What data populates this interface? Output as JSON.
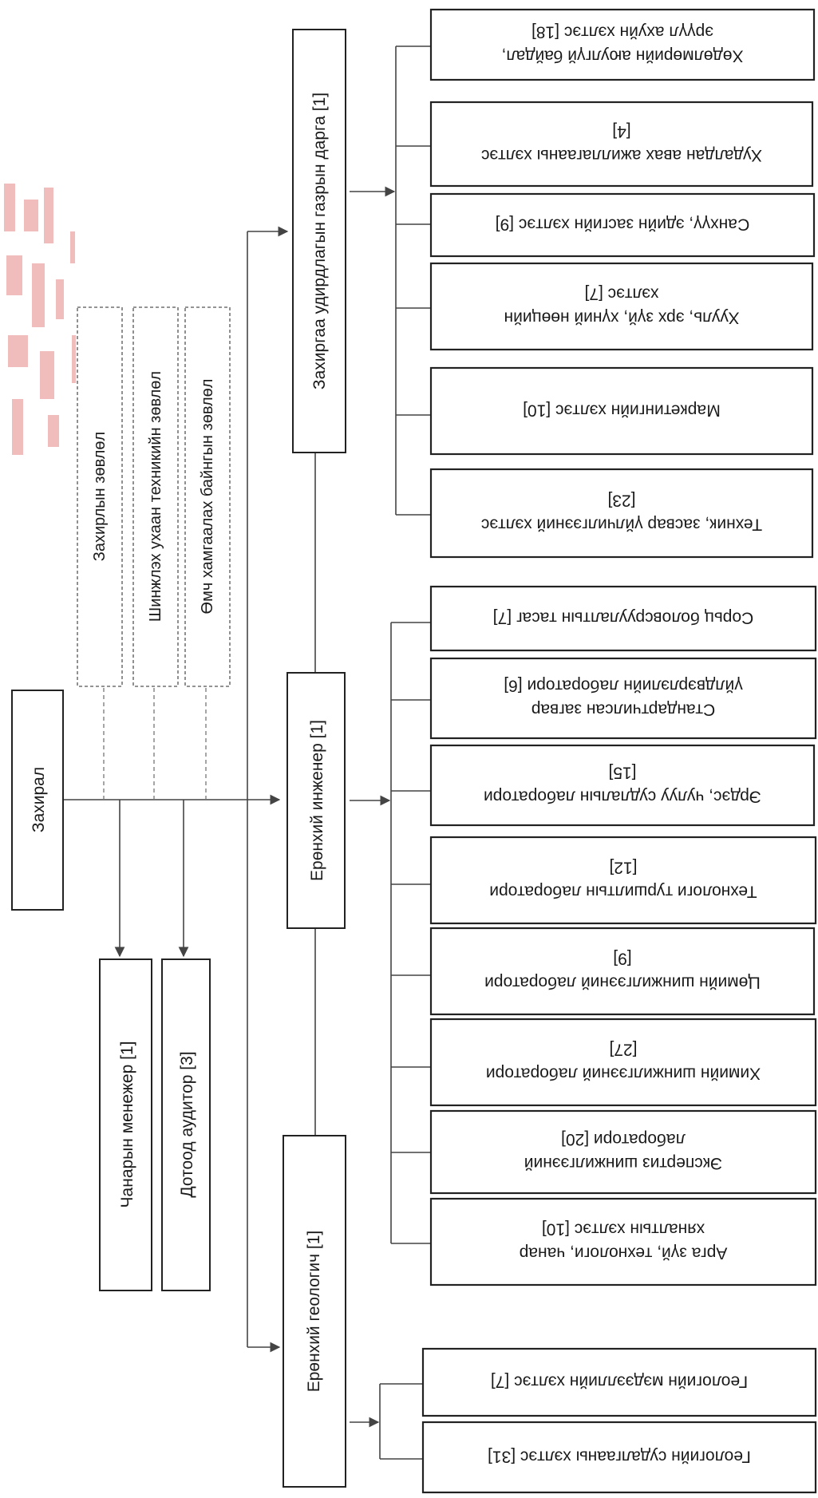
{
  "top": {
    "director": "Захирал",
    "councils": [
      "Захирлын зөвлөл",
      "Шинжлэх ухаан техникийн зөвлөл",
      "Өмч хамгаалах байнгын зөвлөл"
    ],
    "quality_manager": "Чанарын менежер [1]",
    "internal_auditor": "Дотоод аудитор [3]"
  },
  "branches": [
    {
      "head": "Захиргаа удирдлагын газрын дарга [1]",
      "units": [
        [
          "Хөдөлмөрийн аюулгүй байдал,",
          "эрүүл ахуйн хэлтэс [18]"
        ],
        [
          "Худалдан авах ажиллагааны хэлтэс",
          "[4]"
        ],
        [
          "Санхүү, эдийн засгийн хэлтэс [9]"
        ],
        [
          "Хууль, эрх зүй, хүний нөөцийн",
          "хэлтэс [7]"
        ],
        [
          "Маркетингийн хэлтэс [10]"
        ],
        [
          "Техник, засвар үйлчилгээний хэлтэс",
          "[23]"
        ]
      ]
    },
    {
      "head": "Ерөнхий инженер [1]",
      "units": [
        [
          "Сорьц боловсруулалтын тасаг [7]"
        ],
        [
          "Стандартчилсан загвар",
          "үйлдвэрлэлийн лаборатори [6]"
        ],
        [
          "Эрдэс, чулуу судлалын лаборатори",
          "[15]"
        ],
        [
          "Технологи туршилтын лаборатори",
          "[12]"
        ],
        [
          "Цөмийн шинжилгээний лаборатори",
          "[9]"
        ],
        [
          "Химийн шинжилгээний лаборатори",
          "[27]"
        ],
        [
          "Экспертиз шинжилгээний",
          "лаборатори [20]"
        ],
        [
          "Арга зүй, технологи, чанар",
          "хяналтын хэлтэс [10]"
        ]
      ]
    },
    {
      "head": "Ерөнхий геологич [1]",
      "units": [
        [
          "Геологийн мэдээллийн хэлтэс [7]"
        ],
        [
          "Геологийн судалгааны хэлтэс [31]"
        ]
      ]
    }
  ]
}
